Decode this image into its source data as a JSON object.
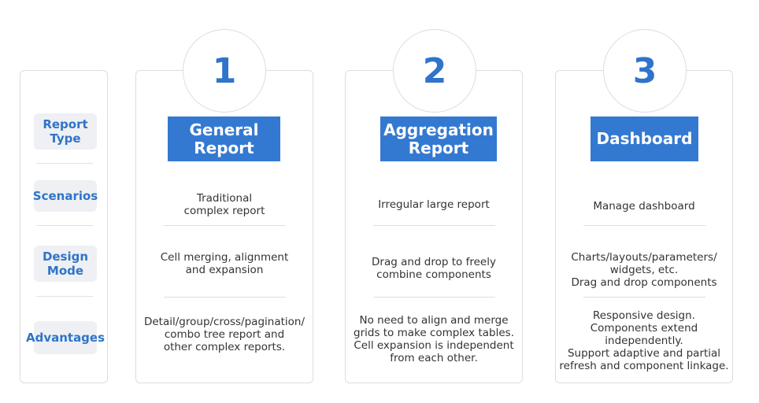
{
  "row_labels": [
    {
      "lines": [
        "Report",
        "Type"
      ]
    },
    {
      "lines": [
        "Scenarios"
      ]
    },
    {
      "lines": [
        "Design",
        "Mode"
      ]
    },
    {
      "lines": [
        "Advantages"
      ]
    }
  ],
  "columns": [
    {
      "number": "1",
      "title_lines": [
        "General",
        "Report"
      ],
      "scenarios": [
        "Traditional",
        "complex report"
      ],
      "design_mode": [
        "Cell merging, alignment",
        "and expansion"
      ],
      "advantages": [
        "Detail/group/cross/pagination/",
        "combo tree report and",
        "other complex reports."
      ]
    },
    {
      "number": "2",
      "title_lines": [
        "Aggregation",
        "Report"
      ],
      "scenarios": [
        "Irregular large report"
      ],
      "design_mode": [
        "Drag and drop to freely",
        "combine components"
      ],
      "advantages": [
        "No need to align and merge",
        "grids to make complex tables.",
        "Cell expansion is independent",
        "from each other."
      ]
    },
    {
      "number": "3",
      "title_lines": [
        "Dashboard"
      ],
      "scenarios": [
        "Manage dashboard"
      ],
      "design_mode": [
        "Charts/layouts/parameters/",
        "widgets, etc.",
        "Drag and drop components"
      ],
      "advantages": [
        "Responsive design.",
        "Components extend",
        "independently.",
        "Support adaptive and partial",
        "refresh and component linkage."
      ]
    }
  ],
  "colors": {
    "accent": "#2f74c9",
    "title_bg": "#3479d1",
    "border": "#dddddd",
    "label_bg": "#eef0f3"
  }
}
